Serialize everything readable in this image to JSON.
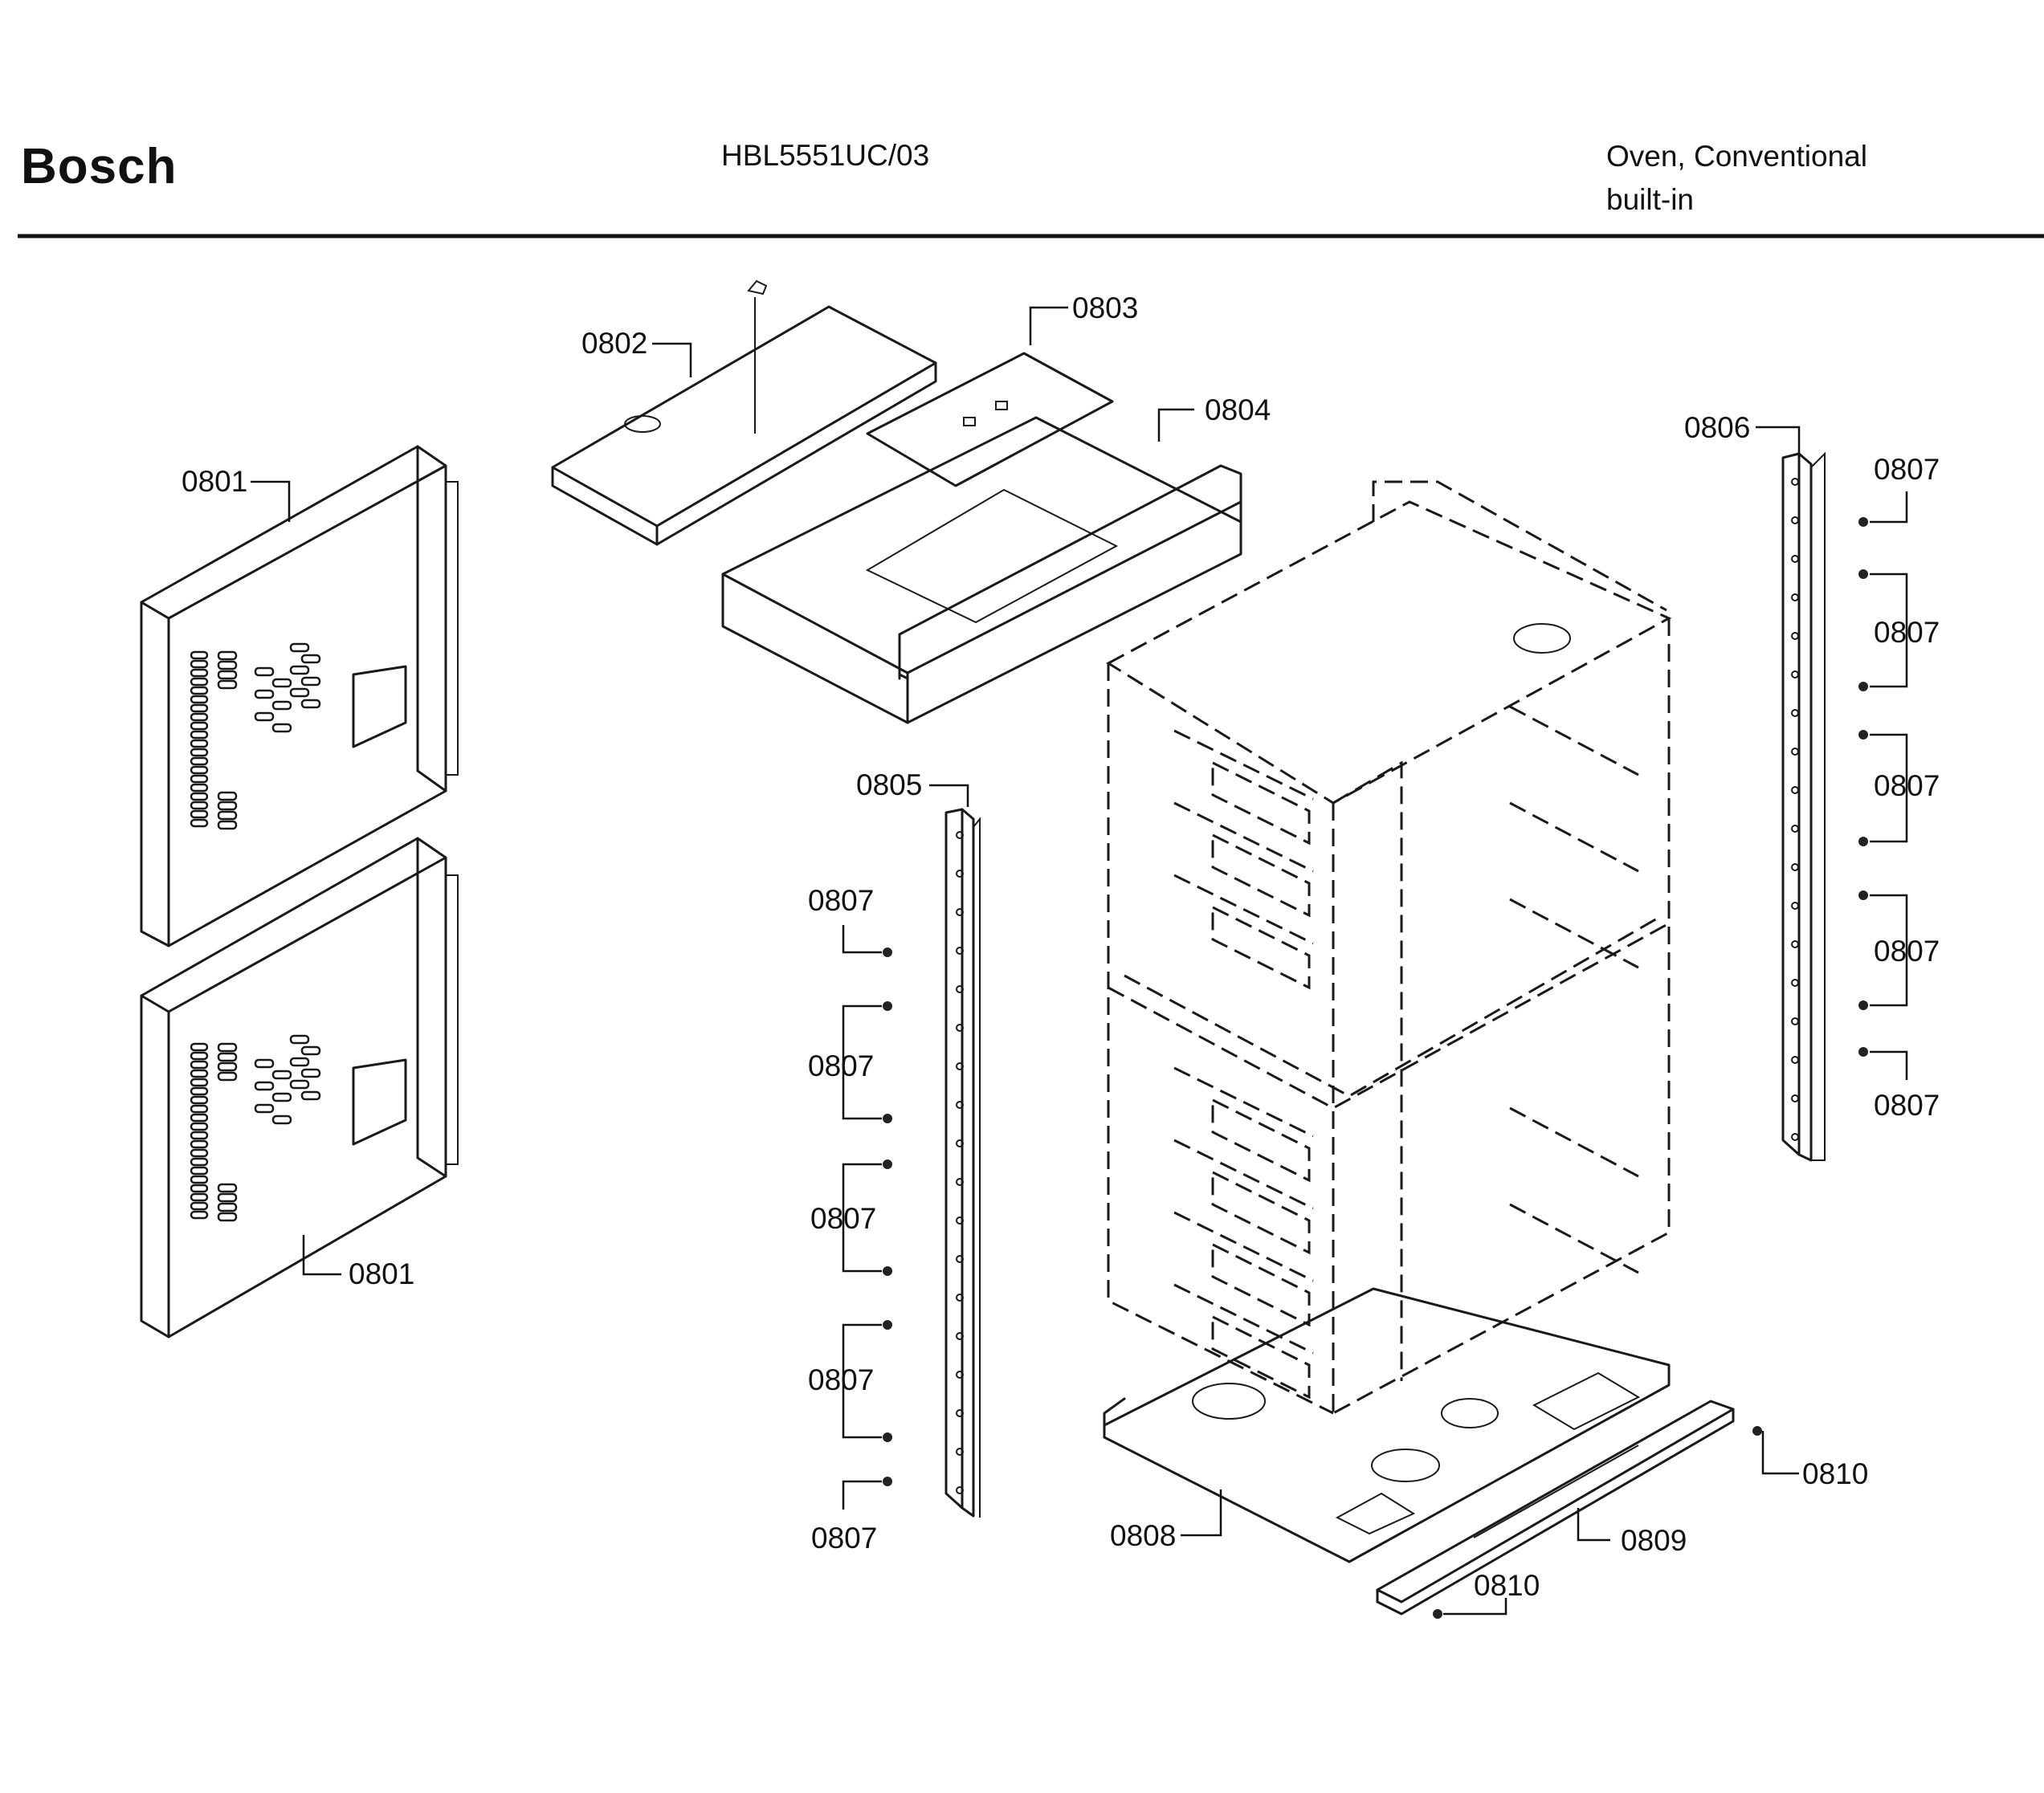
{
  "header": {
    "brand": "Bosch",
    "model": "HBL5551UC/03",
    "product_type": "Oven, Conventional",
    "product_subtype": "built-in"
  },
  "callouts": {
    "side_panel_upper": "0801",
    "side_panel_lower": "0801",
    "top_cover": "0802",
    "top_plate": "0803",
    "top_frame": "0804",
    "rail_left": "0805",
    "rail_right": "0806",
    "screw": "0807",
    "bottom_panel": "0808",
    "front_strip": "0809",
    "screw_b": "0810"
  }
}
